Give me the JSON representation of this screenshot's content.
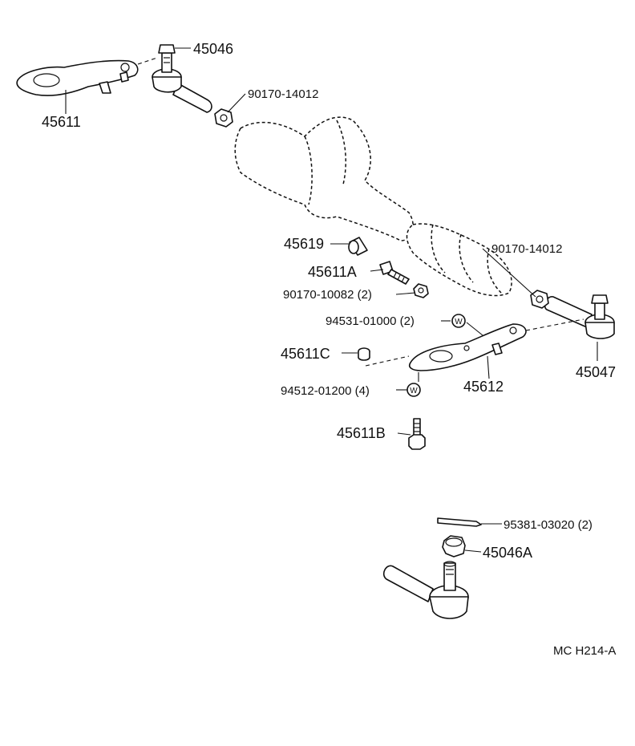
{
  "parts": {
    "p45046": "45046",
    "p45611": "45611",
    "p90170_14012_top": "90170-14012",
    "p45619": "45619",
    "p45611A": "45611A",
    "p90170_10082": "90170-10082 (2)",
    "p90170_14012_right": "90170-14012",
    "p94531_01000": "94531-01000 (2)",
    "p45611C": "45611C",
    "p94512_01200": "94512-01200 (4)",
    "p45612": "45612",
    "p45047": "45047",
    "p45611B": "45611B",
    "p95381_03020": "95381-03020 (2)",
    "p45046A": "45046A"
  },
  "washer_symbol": "W",
  "diagram_code": "MC H214-A"
}
